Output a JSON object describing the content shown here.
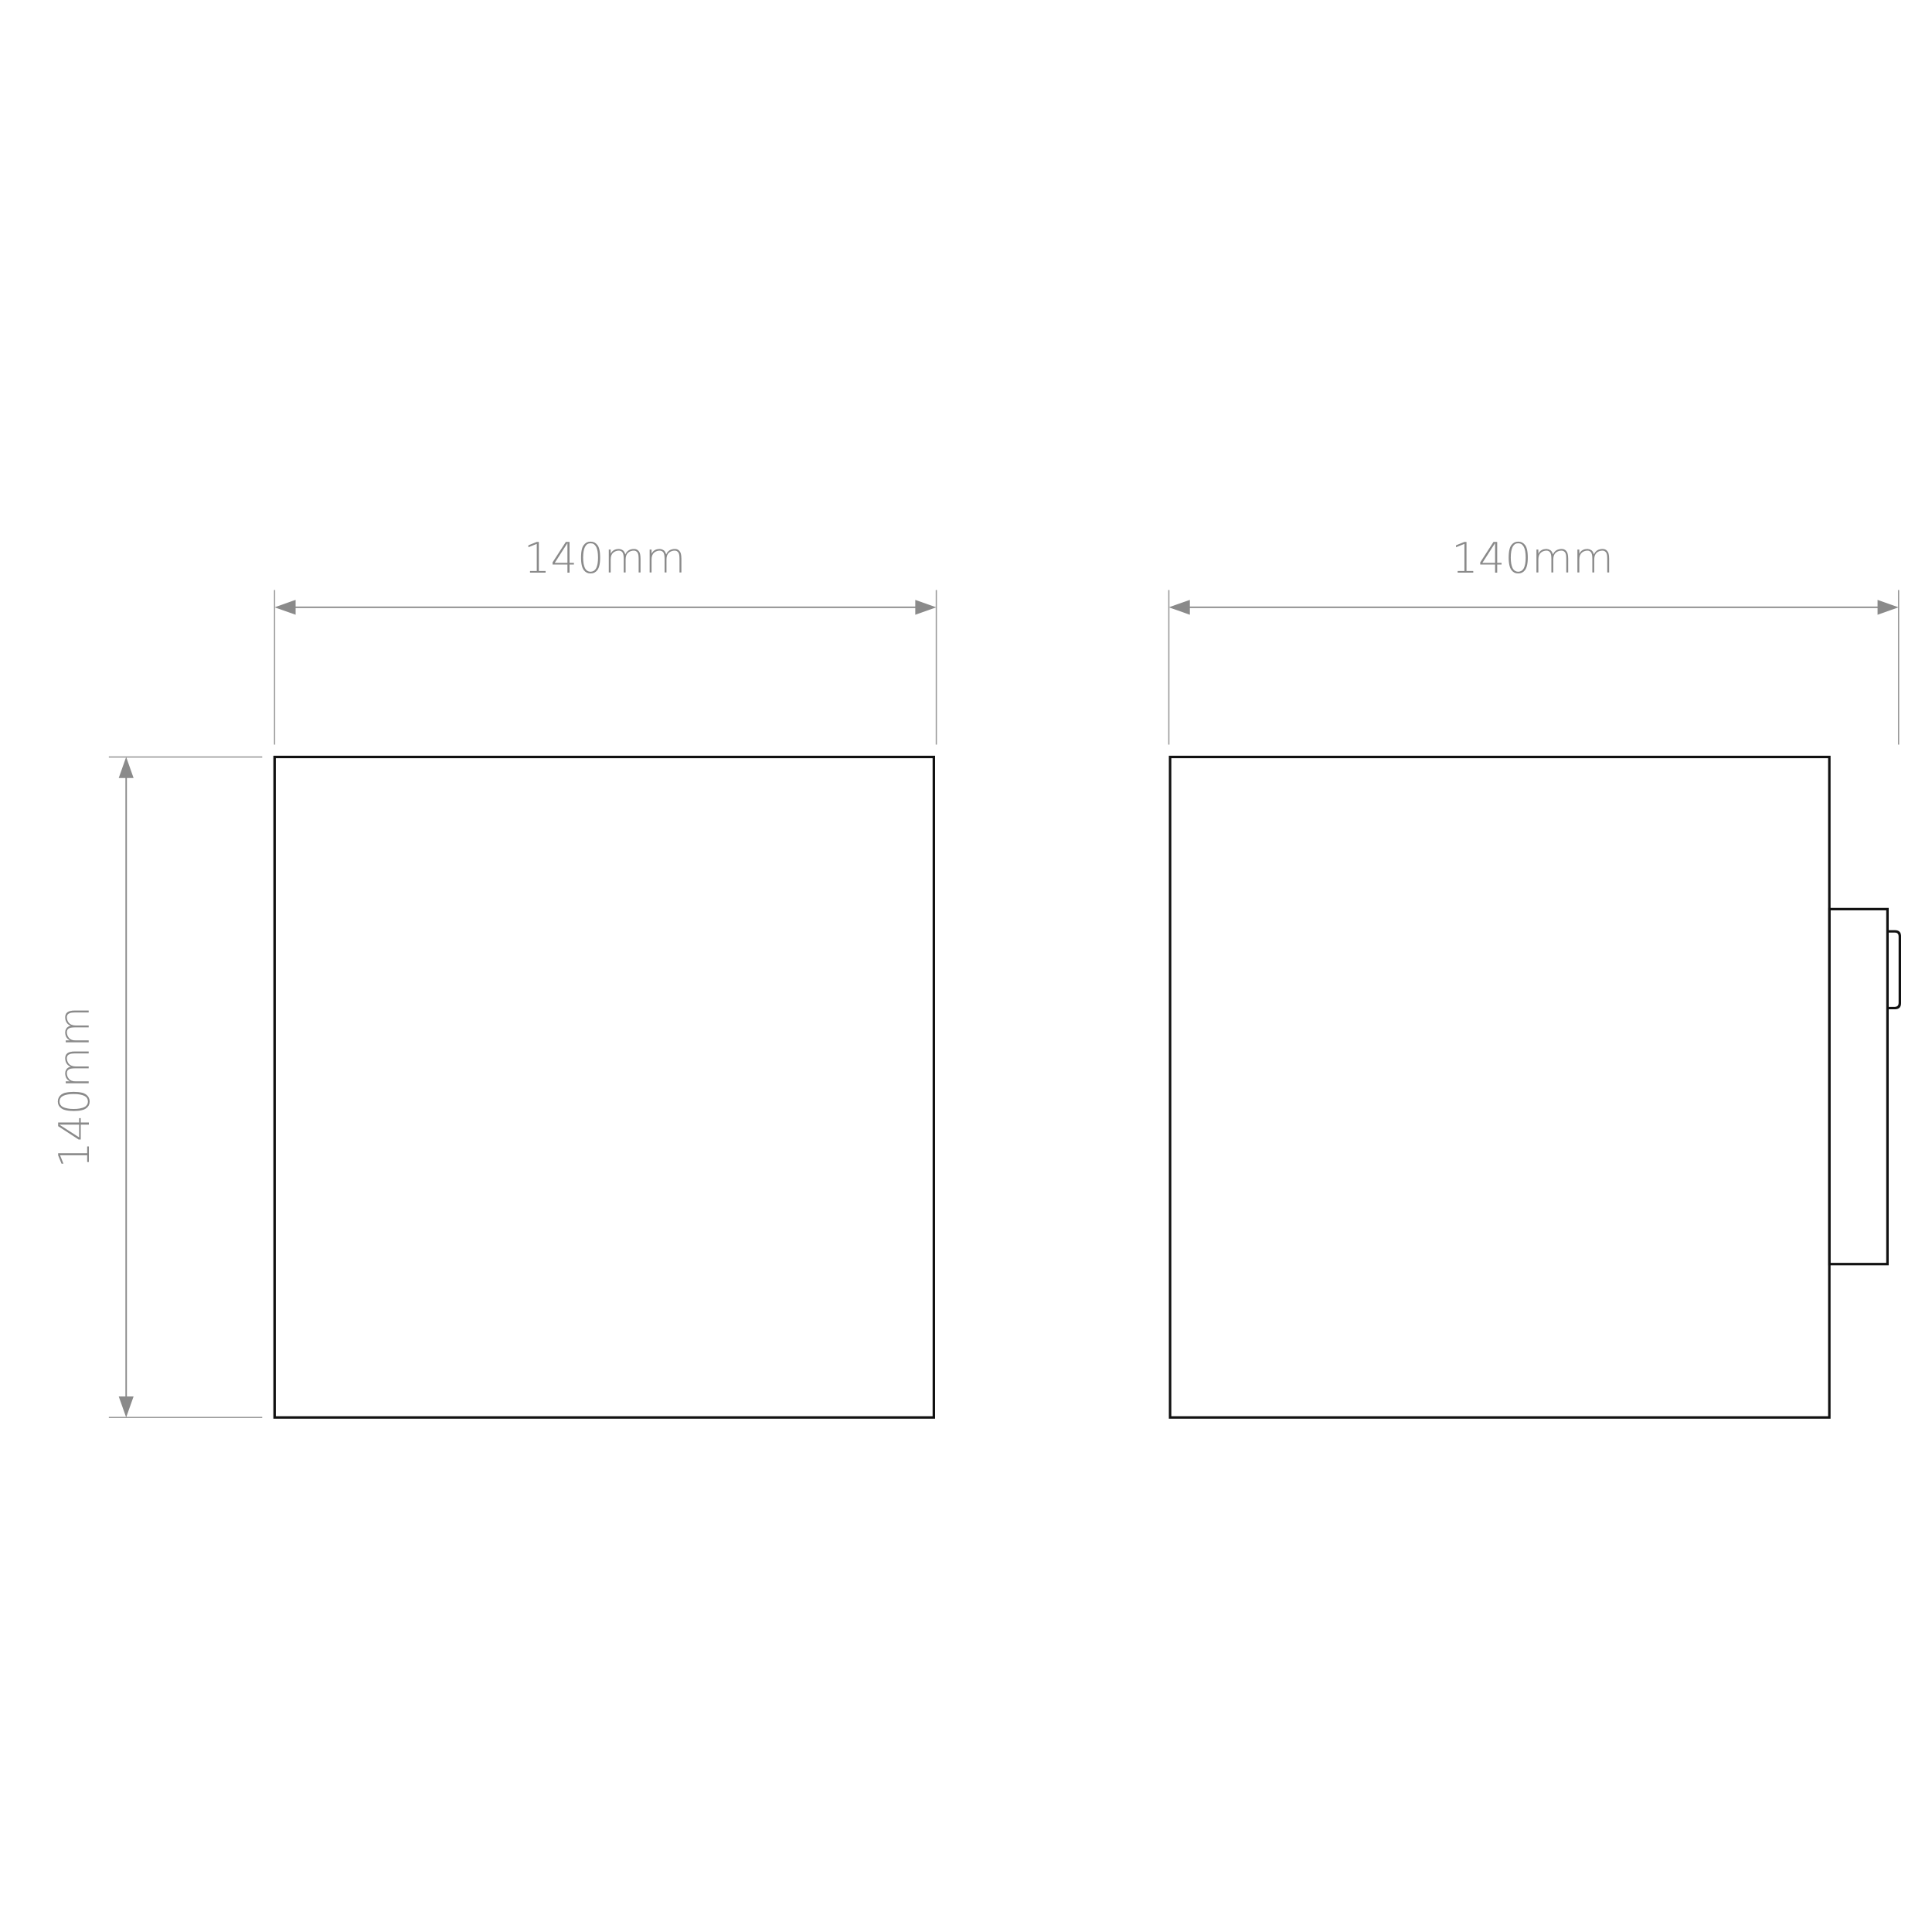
{
  "front_view": {
    "width_label": "140mm",
    "height_label": "140mm"
  },
  "side_view": {
    "depth_label": "140mm"
  },
  "colors": {
    "dimension": "#8a8a8a",
    "outline": "#111111"
  }
}
